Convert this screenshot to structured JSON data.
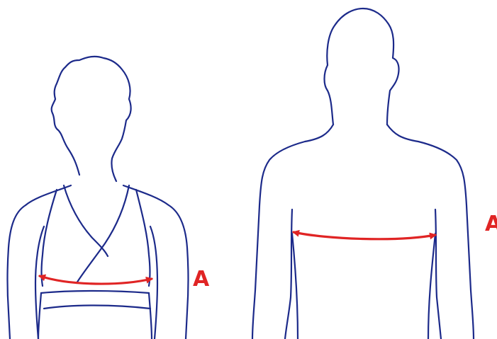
{
  "colors": {
    "outline": "#1c2a8a",
    "measure": "#e02424",
    "background": "#ffffff"
  },
  "figures": [
    {
      "name": "female-torso",
      "measurement_label": "A"
    },
    {
      "name": "male-torso",
      "measurement_label": "A"
    }
  ]
}
